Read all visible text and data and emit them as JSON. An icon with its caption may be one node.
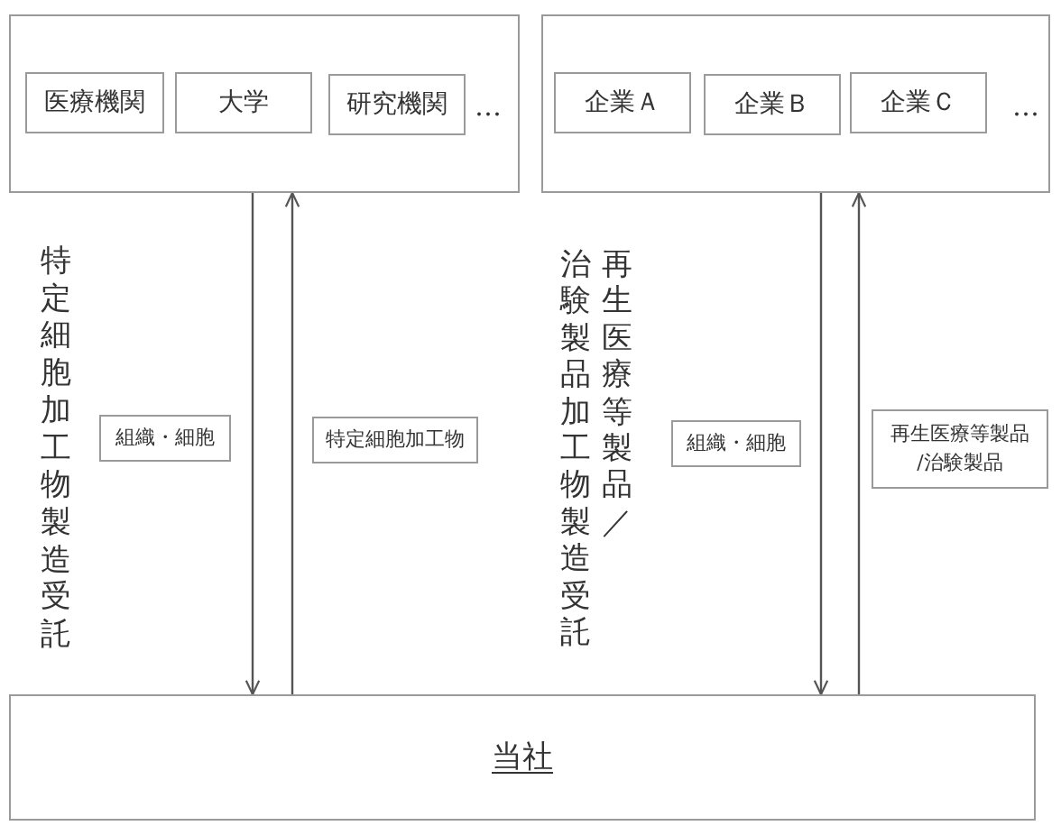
{
  "diagram": {
    "nodes": [
      {
        "text": [],
        "shape": "box"
      },
      {
        "text": [
          "医療機関"
        ],
        "in": 0
      },
      {
        "text": [
          "大学"
        ],
        "in": 0
      },
      {
        "text": [
          "研究機関"
        ],
        "in": 0
      },
      {
        "text": [],
        "shape": "box"
      },
      {
        "text": [
          "企業Ａ"
        ],
        "in": 4
      },
      {
        "text": [
          "企業Ｂ"
        ],
        "in": 4
      },
      {
        "text": [
          "企業Ｃ"
        ],
        "in": 4
      },
      {
        "text": [
          "組織・細胞"
        ]
      },
      {
        "text": [
          "特定細胞加工物"
        ]
      },
      {
        "text": [
          "組織・細胞"
        ]
      },
      {
        "text": [
          "再生医療等製品/治験製品"
        ]
      },
      {
        "text": [
          "当社"
        ]
      }
    ],
    "edges": [
      {
        "from": 0,
        "to": 12,
        "arrow": "to"
      },
      {
        "from": 12,
        "to": 0,
        "arrow": "to"
      },
      {
        "from": 4,
        "to": 12,
        "arrow": "to"
      },
      {
        "from": 12,
        "to": 4,
        "arrow": "to"
      }
    ],
    "labels": [
      "…",
      "…",
      "特定細胞加工物製造受託",
      "再生医療等製品／",
      "治験製品加工物製造受託"
    ]
  }
}
